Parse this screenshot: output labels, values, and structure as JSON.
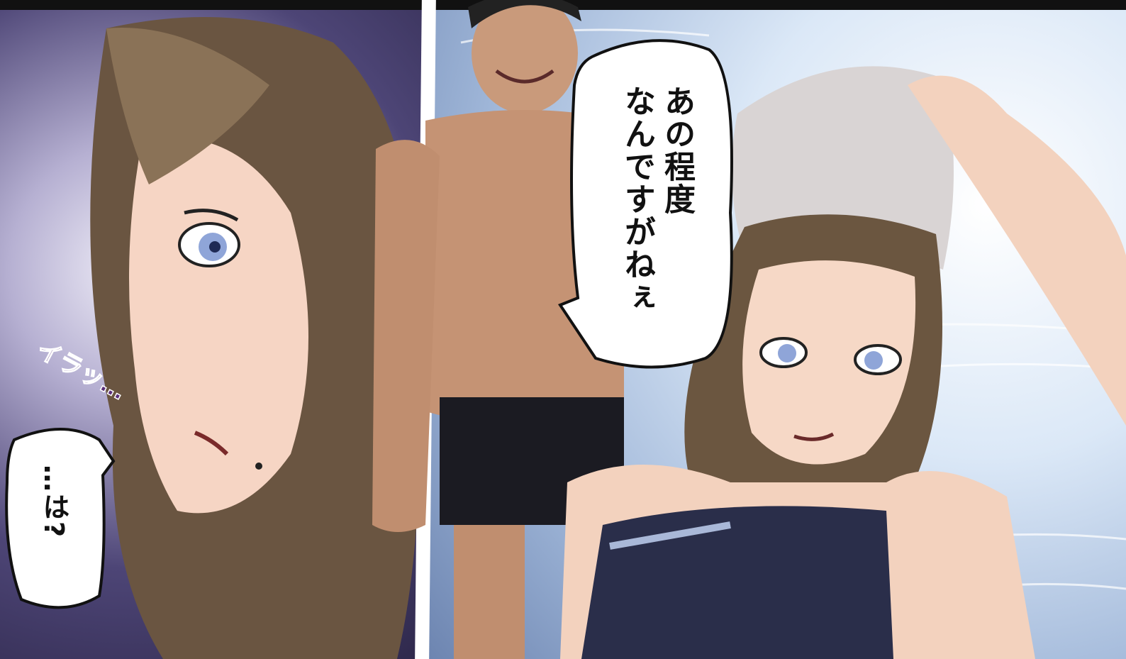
{
  "speech": {
    "man_line": "あの程度\nなんですがねぇ",
    "woman_line": "…は?"
  },
  "sfx": {
    "irritation": "イラッ…"
  },
  "colors": {
    "left_bg": "#4d4576",
    "right_bg": "#dbe8f7",
    "sfx": "#5a2f7a"
  }
}
